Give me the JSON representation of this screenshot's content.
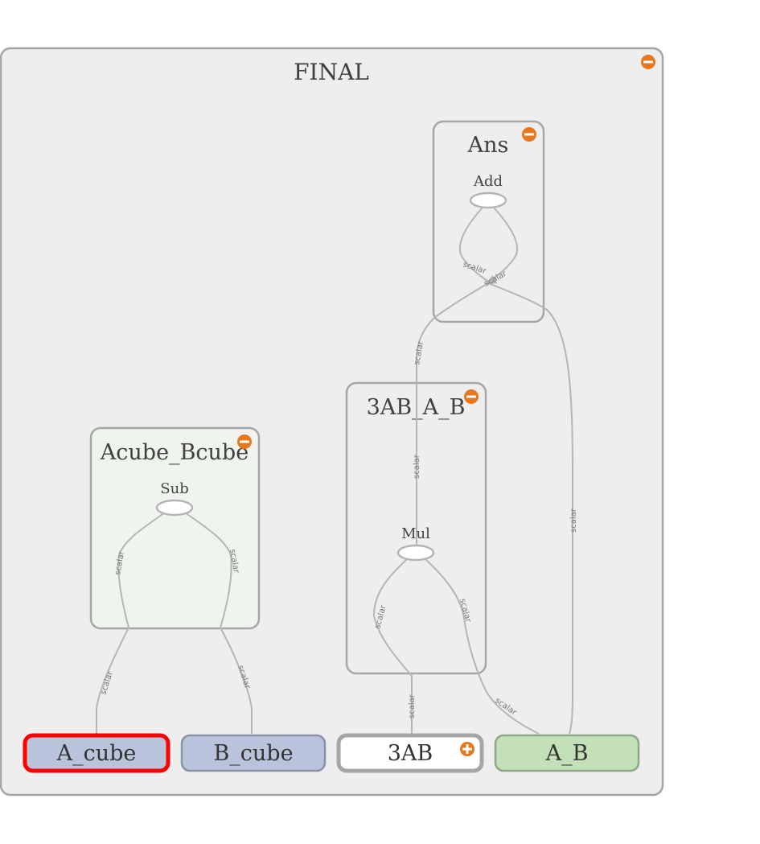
{
  "graph": {
    "outer": {
      "title": "FINAL"
    },
    "groups": {
      "ans": {
        "title": "Ans",
        "op": "Add"
      },
      "ab3": {
        "title": "3AB_A_B",
        "op": "Mul"
      },
      "acube_bcube": {
        "title": "Acube_Bcube",
        "op": "Sub"
      }
    },
    "nodes": {
      "a_cube": "A_cube",
      "b_cube": "B_cube",
      "ab3_node": "3AB",
      "a_b": "A_B"
    },
    "edge_label": "scalar"
  },
  "colors": {
    "group_expanded": "#eeeeee",
    "acube_group_fill": "#f0f4ee",
    "input_node_fill": "#b9c4dc",
    "a_b_fill": "#c4e0b8",
    "selected_border": "#ff0000",
    "expand_icon": "#e8781c"
  },
  "icons": {
    "collapse": "minus-circle-icon",
    "expand": "plus-circle-icon"
  }
}
